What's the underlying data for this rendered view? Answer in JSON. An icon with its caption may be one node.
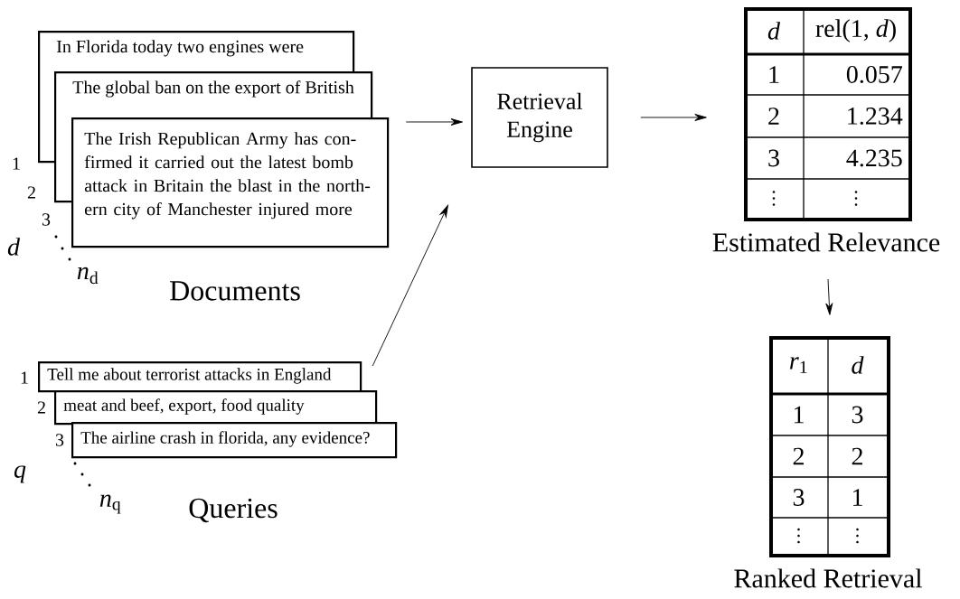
{
  "diagram": {
    "nodes": [
      {
        "text": [
          "In Florida today two engines were"
        ]
      },
      {
        "text": [
          "The global ban on the export of British"
        ]
      },
      {
        "text": [
          "The Irish Republican Army has con- firmed it carried out the latest bomb attack in Britain the blast in the north- ern city of Manchester injured more"
        ]
      },
      {
        "text": [
          "Tell me about terrorist attacks in England"
        ]
      },
      {
        "text": [
          "meat and beef, export, food quality"
        ]
      },
      {
        "text": [
          "The airline crash in florida, any evidence?"
        ]
      },
      {
        "text": [
          "Retrieval Engine"
        ]
      },
      {
        "text": [
          "Estimated Relevance",
          "*d*",
          "rel(1, *d*)",
          "1",
          "0.057",
          "2",
          "1.234",
          "3",
          "4.235"
        ]
      },
      {
        "text": [
          "Ranked Retrieval",
          "*r*$_{1}$",
          "*d*",
          "1",
          "3",
          "2",
          "2",
          "3",
          "1"
        ]
      }
    ],
    "edges": [
      {
        "from": 2,
        "to": 6,
        "arrow": "to"
      },
      {
        "from": 3,
        "to": 6,
        "arrow": "to"
      },
      {
        "from": 6,
        "to": 7,
        "arrow": "to"
      },
      {
        "from": 7,
        "to": 8,
        "arrow": "to"
      }
    ],
    "labels": [
      "1",
      "2",
      "3",
      "d",
      "*n*$_{d}$",
      "Documents",
      "1",
      "2",
      "3",
      "q",
      "*n*$_{q}$",
      "Queries"
    ]
  }
}
